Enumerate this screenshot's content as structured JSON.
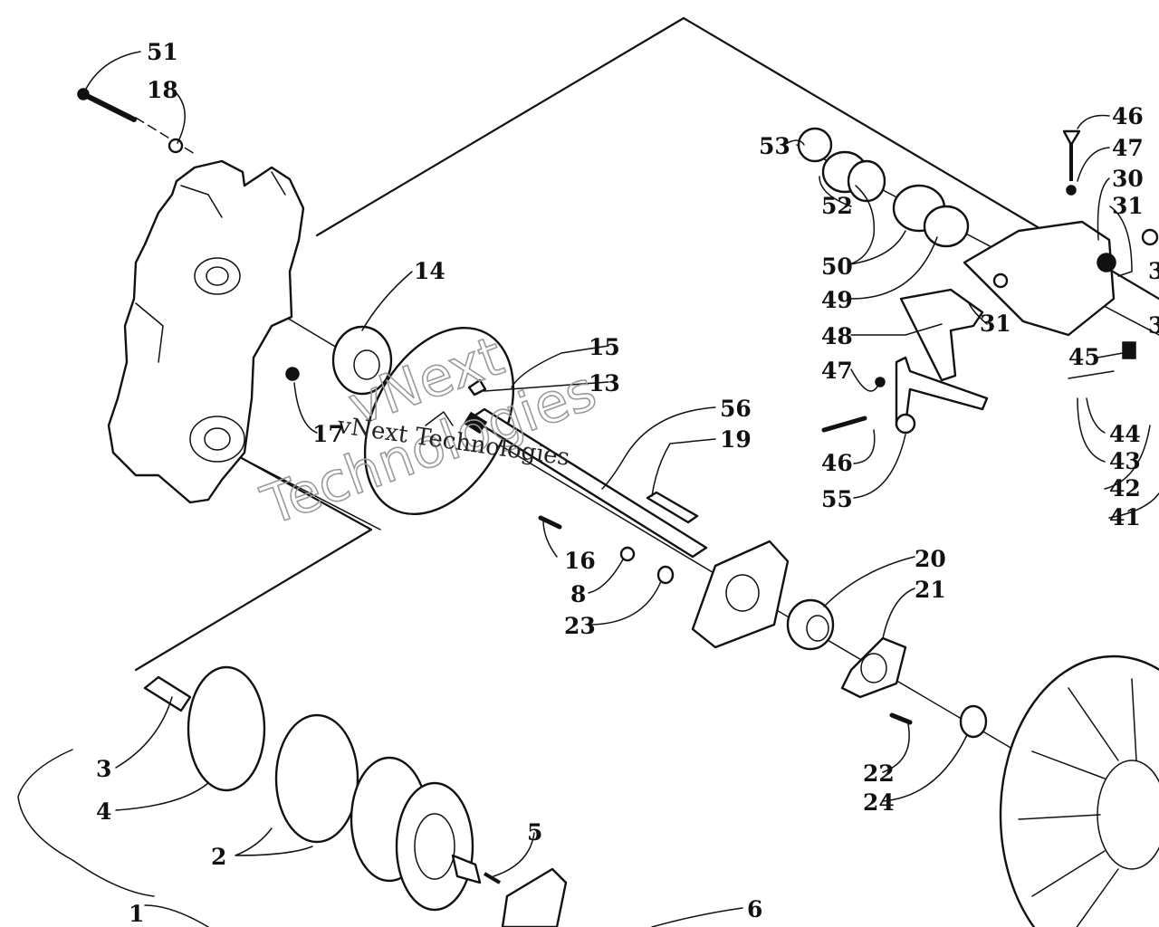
{
  "watermark": {
    "line1": "vNext Technologies",
    "line2a": "vNext",
    "line2b": "Technologies"
  },
  "labels": {
    "l1": "1",
    "l2": "2",
    "l3": "3",
    "l4": "4",
    "l5": "5",
    "l6": "6",
    "l8": "8",
    "l13": "13",
    "l14": "14",
    "l15": "15",
    "l16": "16",
    "l17": "17",
    "l18": "18",
    "l19": "19",
    "l20": "20",
    "l21": "21",
    "l22": "22",
    "l23": "23",
    "l24": "24",
    "l30": "30",
    "l31a": "31",
    "l31b": "31",
    "l32": "3",
    "l33": "3",
    "l41": "41",
    "l42": "42",
    "l43": "43",
    "l44": "44",
    "l45": "45",
    "l46a": "46",
    "l46b": "46",
    "l47a": "47",
    "l47b": "47",
    "l48": "48",
    "l49": "49",
    "l50": "50",
    "l51": "51",
    "l52": "52",
    "l53": "53",
    "l55": "55",
    "l56": "56"
  }
}
